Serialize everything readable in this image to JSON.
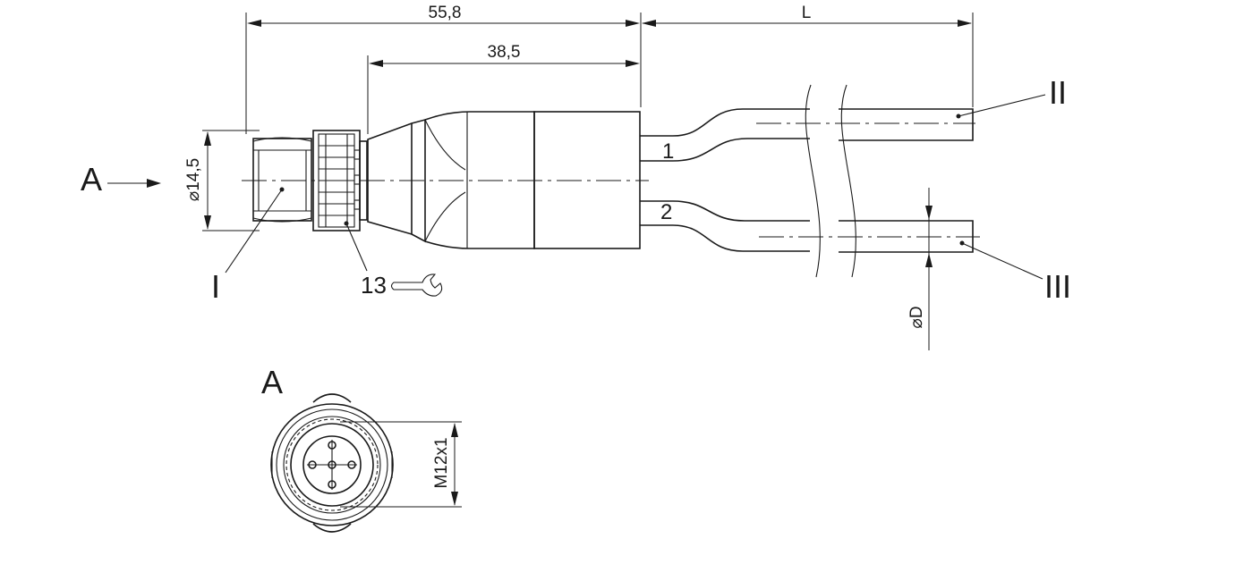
{
  "dimensions": {
    "overall_length": "55,8",
    "body_length": "38,5",
    "cable_length": "L",
    "diameter": "⌀14,5",
    "cable_diameter": "⌀D",
    "thread": "M12x1",
    "wrench_size": "13"
  },
  "labels": {
    "view_arrow": "A",
    "view_title": "A",
    "part_I": "I",
    "part_II": "II",
    "part_III": "III",
    "wire_1": "1",
    "wire_2": "2"
  }
}
